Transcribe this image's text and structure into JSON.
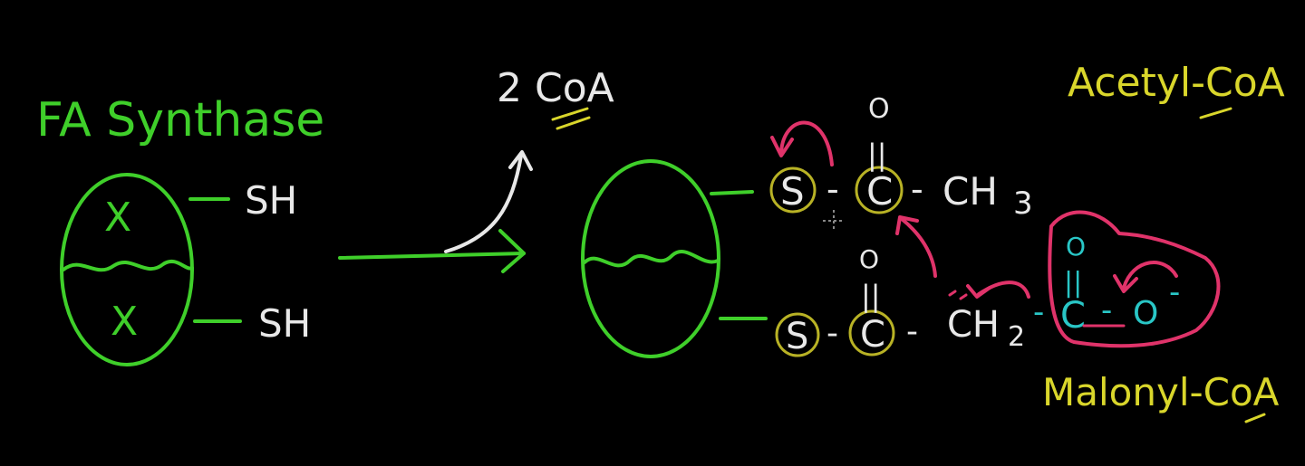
{
  "colors": {
    "background": "#000000",
    "green": "#3fcf2a",
    "white": "#e8e8e8",
    "yellow": "#d9d62b",
    "olive_circle": "#b8b225",
    "pink": "#e0336a",
    "cyan": "#29c6c6"
  },
  "left_enzyme": {
    "title": "FA Synthase",
    "top_mark": "X",
    "bottom_mark": "X",
    "top_group": "SH",
    "bottom_group": "SH"
  },
  "released": {
    "label": "2 CoA"
  },
  "acetyl": {
    "label": "Acetyl-CoA",
    "s": "S",
    "dash1": "-",
    "c": "C",
    "dash2": "-",
    "ch3": "CH",
    "ch3_sub": "3",
    "carbonyl_o": "O",
    "double_bond": "||"
  },
  "malonyl": {
    "label": "Malonyl-CoA",
    "s": "S",
    "dash1": "-",
    "c": "C",
    "dash2": "-",
    "ch2": "CH",
    "ch2_sub": "2",
    "dash3": "-",
    "carbonyl_o": "O",
    "double_bond": "||",
    "carboxyl_c": "C",
    "carboxyl_o_top": "O",
    "carboxyl_double": "||",
    "carboxyl_dash": "-",
    "carboxyl_o_minus": "O",
    "charge": "-"
  }
}
